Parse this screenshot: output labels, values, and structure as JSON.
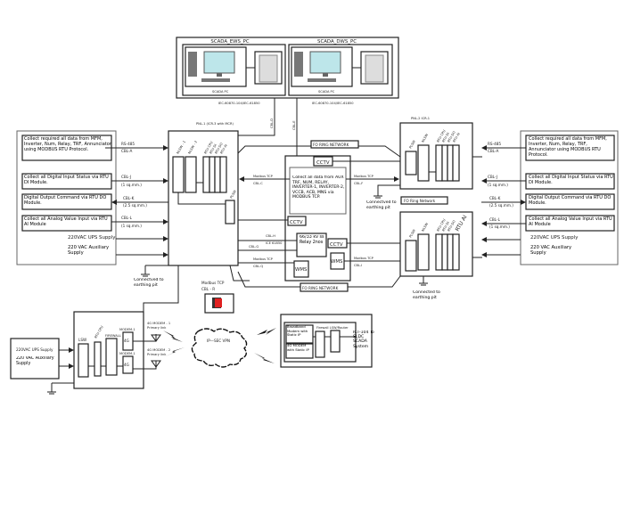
{
  "scada": {
    "ews_title": "SCADA_EWS_PC",
    "dws_title": "SCADA_DWS_PC",
    "pc_label": "SCADA PC",
    "iec_left": "IEC-60870-104/IEC-61850",
    "iec_right": "IEC-60870-104/IEC-61850",
    "cbl_d": "CBL-D",
    "cbl_e": "CBL-E"
  },
  "pnl1": {
    "title": "PNL-1 (ICR-3 with MCR)",
    "modules": [
      "NLSW - 1",
      "NLSW - 2",
      "RTU CPU",
      "RTU DI",
      "RTU DO",
      "RTU AI"
    ],
    "plsw": "PLSW"
  },
  "pnl2": {
    "title": "PNL-2 ICR-1",
    "modules_top": [
      "PLSW",
      "NLSW",
      "RTU CPU",
      "RTU DI",
      "RTU DO",
      "RTU AI"
    ],
    "modules_bottom": [
      "PLSW",
      "NLSW",
      "RTU CPU",
      "RTU DI",
      "RTU DO",
      "RTU AI"
    ]
  },
  "field_left": {
    "items": [
      "Collect required all data from MFM, Inverter, Num, Relay, TRF, Annunciator using MODBUS RTU Protocol.",
      "Collect all Digital Input Status via RTU DI Module.",
      "Digital Output Command via RTU DO Module.",
      "Collect all Analog Value Input via RTU AI Module"
    ],
    "ups": "220VAC UPS Supply",
    "aux": "220 VAC Auxiliary Supply",
    "cables": [
      {
        "name": "RS-485",
        "sub": "CBL-A"
      },
      {
        "name": "CBL-J",
        "sub": "(1 sq.mm.)"
      },
      {
        "name": "CBL-K",
        "sub": "(2.5 sq.mm.)"
      },
      {
        "name": "CBL-L",
        "sub": "(1 sq.mm.)"
      }
    ]
  },
  "field_right": {
    "items": [
      "Collect required all data from MFM, Inverter, Num, Relay, TRF, Annunciator using MODBUS RTU Protocol.",
      "Collect all Digital Input Status via RTU DI Module.",
      "Digital Output Command via RTU DO Module.",
      "Collect all Analog Value Input via RTU AI Module"
    ],
    "ups": "220VAC UPS Supply",
    "aux": "220 VAC Auxiliary Supply",
    "cables": [
      {
        "name": "RS-485",
        "sub": "CBL-A"
      },
      {
        "name": "CBL-J",
        "sub": "(1 sq.mm.)"
      },
      {
        "name": "CBL-K",
        "sub": "(2.5 sq.mm.)"
      },
      {
        "name": "CBL-L",
        "sub": "(1 sq.mm.)"
      }
    ]
  },
  "center": {
    "fo_ring_top": "FO RING NETWORK",
    "fo_ring_bottom": "FO RING NETWORK",
    "fo_ring_right": "FO Ring Network",
    "cctv": "CCTV",
    "collect": "Collect all data from AUX TRF, NUM, RELAY, INVERTER-1, INVERTER-2, VCCB, ACB, MNS via MODBUS TCP.",
    "relay": "66/33 kv ss Relay 2nos",
    "wms": "WMS",
    "modbus_tcp": "Modbus TCP",
    "cbl_c": "CBL-C",
    "cbl_f": "CBL-F",
    "cbl_h": "CBL-H",
    "iec61850": "ICE 61850",
    "cbl_g": "CBL-G",
    "cbl_q": "CBL-Q",
    "cbl_i": "CBL-I",
    "earth_mid": "Connectved to earthing pit",
    "earth_left": "Connectved to earthing pit",
    "earth_right": "Connected to earthing pit",
    "modbus_r": "Modbus TCP",
    "cbl_r": "CBL - R"
  },
  "comm": {
    "ups": "220VAC UPS Supply",
    "aux": "220 VAC Auxiliary Supply",
    "lsw": "LSW",
    "rtu_cpu": "RTU CPU",
    "firewall": "FIREWALL",
    "modem1": "MODEM-1",
    "modem2": "MODEM-1",
    "fourg": "4G",
    "link1": "4G MODEM - 1",
    "link1_sub": "Primary link",
    "link2": "4G MODEM - 2",
    "link2_sub": "Primary link",
    "vpn": "IP—SEC VPN",
    "broadband": "Broadband Modem with Static IP",
    "modem_static": "4G MODEM with Static IP",
    "firewall_router": "Firewall LSW/Router",
    "sldc": "ICT-104 To SLDC SCADA System"
  }
}
